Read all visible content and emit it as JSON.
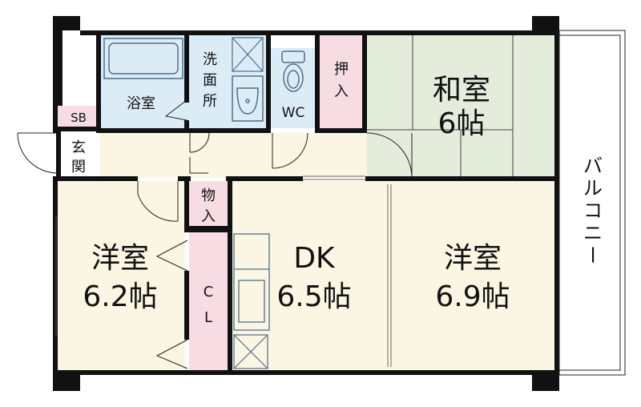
{
  "colors": {
    "wall": "#111111",
    "bath": "#dcecf6",
    "washroom": "#dcecf6",
    "wc": "#dcecf6",
    "closet": "#f7dde3",
    "tatami": "#e4ecdc",
    "floor": "#fbf5e3",
    "balcony": "#ffffff",
    "fixture": "#4d6f8a"
  },
  "rooms": {
    "bath": "浴室",
    "washroom": [
      "洗",
      "面",
      "所"
    ],
    "wc": "WC",
    "oshiire": [
      "押",
      "入"
    ],
    "washitsu_name": "和室",
    "washitsu_size": "6帖",
    "sb": "SB",
    "genkan": [
      "玄",
      "関"
    ],
    "monoire": [
      "物",
      "入"
    ],
    "closet": [
      "C",
      "L"
    ],
    "yoshitsu_w_name": "洋室",
    "yoshitsu_w_size": "6.2帖",
    "dk_name": "DK",
    "dk_size": "6.5帖",
    "yoshitsu_e_name": "洋室",
    "yoshitsu_e_size": "6.9帖",
    "balcony": [
      "バ",
      "ル",
      "コ",
      "ニ",
      "ー"
    ]
  }
}
